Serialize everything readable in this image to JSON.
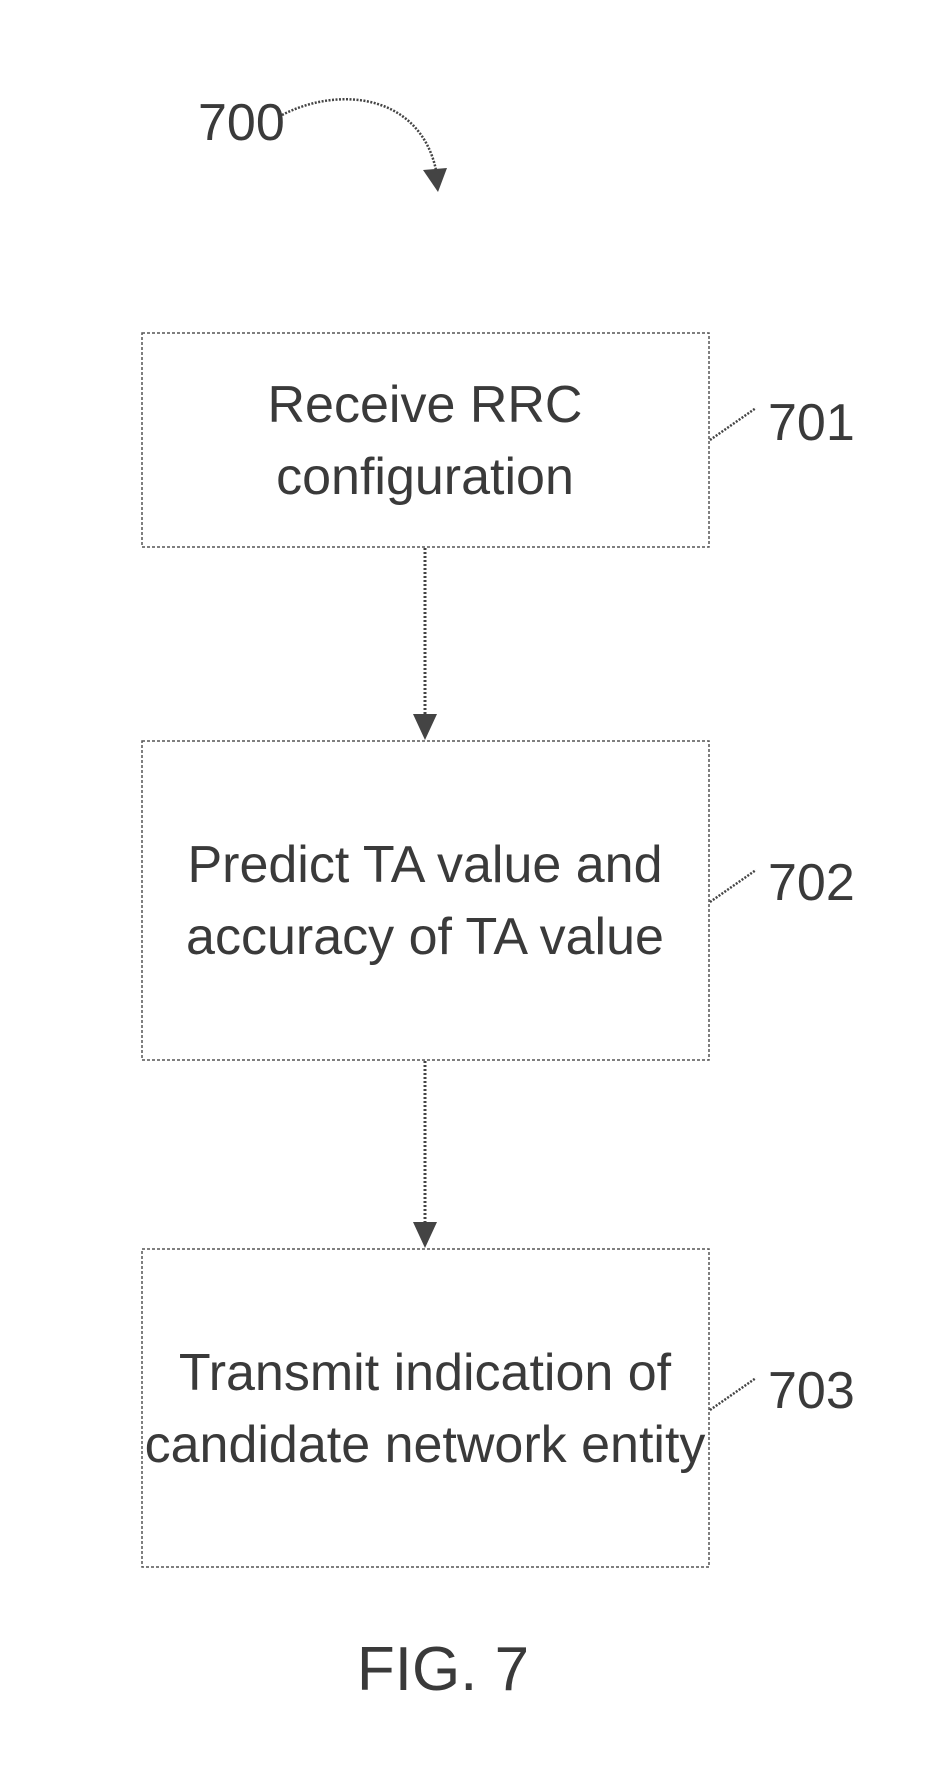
{
  "figure": {
    "reference_number": "700",
    "caption": "FIG. 7"
  },
  "steps": [
    {
      "ref": "701",
      "lines": [
        "Receive RRC",
        "configuration"
      ]
    },
    {
      "ref": "702",
      "lines": [
        "Predict TA value and",
        "accuracy of TA value"
      ]
    },
    {
      "ref": "703",
      "lines": [
        "Transmit indication of",
        "candidate network entity"
      ]
    }
  ],
  "colors": {
    "line": "#444444",
    "text": "#3a3a3a"
  }
}
